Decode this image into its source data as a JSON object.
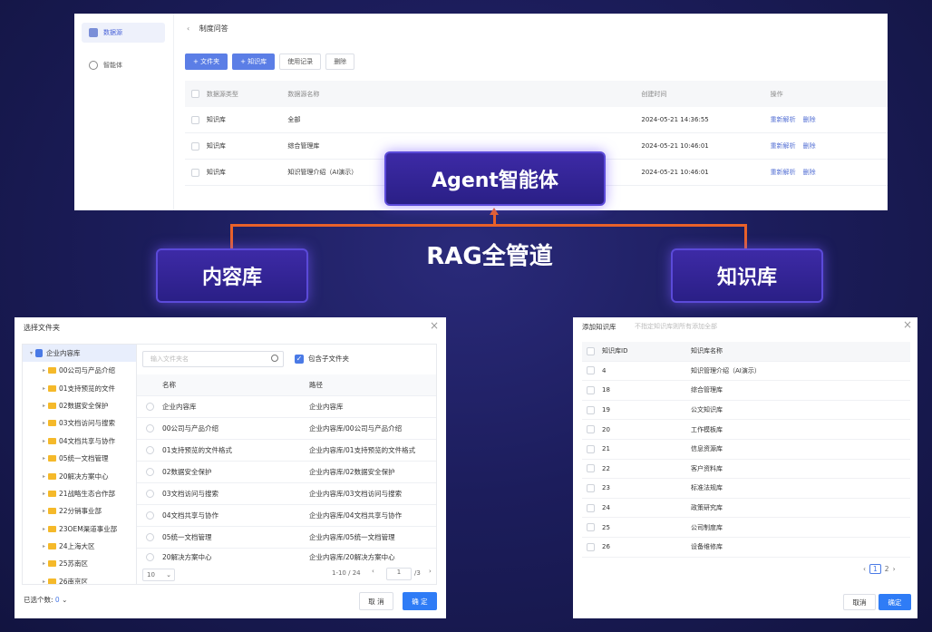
{
  "top_panel": {
    "sidebar": [
      {
        "label": "数据源",
        "icon": "database-icon"
      },
      {
        "label": "智能体",
        "icon": "agent-icon"
      }
    ],
    "breadcrumb": "制度问答",
    "toolbar": {
      "add_folder": "+ 文件夹",
      "add_kb": "+ 知识库",
      "usage": "使用记录",
      "delete": "删除"
    },
    "columns": [
      "数据源类型",
      "数据源名称",
      "创建时间",
      "操作"
    ],
    "rows": [
      {
        "type": "知识库",
        "name": "全部",
        "time": "2024-05-21 14:36:55",
        "reparse": "重新解析",
        "del": "删除"
      },
      {
        "type": "知识库",
        "name": "综合管理库",
        "time": "2024-05-21 10:46:01",
        "reparse": "重新解析",
        "del": "删除"
      },
      {
        "type": "知识库",
        "name": "知识管理介绍（AI演示）",
        "time": "2024-05-21 10:46:01",
        "reparse": "重新解析",
        "del": "删除"
      }
    ]
  },
  "labels": {
    "agent": "Agent智能体",
    "rag": "RAG全管道",
    "content": "内容库",
    "kb": "知识库"
  },
  "connector_color": "#e8612a",
  "left_panel": {
    "title": "选择文件夹",
    "tree_root": "企业内容库",
    "tree": [
      "00公司与产品介绍",
      "01支持预览的文件",
      "02数据安全保护",
      "03文档访问与搜索",
      "04文档共享与协作",
      "05统一文档管理",
      "20解决方案中心",
      "21战略生态合作部",
      "22分销事业部",
      "23OEM渠道事业部",
      "24上海大区",
      "25苏南区",
      "26南京区"
    ],
    "search_placeholder": "输入文件夹名",
    "include_sub": "包含子文件夹",
    "columns": [
      "名称",
      "路径"
    ],
    "rows": [
      {
        "name": "企业内容库",
        "path": "企业内容库"
      },
      {
        "name": "00公司与产品介绍",
        "path": "企业内容库/00公司与产品介绍"
      },
      {
        "name": "01支持预览的文件格式",
        "path": "企业内容库/01支持预览的文件格式"
      },
      {
        "name": "02数据安全保护",
        "path": "企业内容库/02数据安全保护"
      },
      {
        "name": "03文档访问与搜索",
        "path": "企业内容库/03文档访问与搜索"
      },
      {
        "name": "04文档共享与协作",
        "path": "企业内容库/04文档共享与协作"
      },
      {
        "name": "05统一文档管理",
        "path": "企业内容库/05统一文档管理"
      },
      {
        "name": "20解决方案中心",
        "path": "企业内容库/20解决方案中心"
      }
    ],
    "page_size": "10",
    "range": "1-10 / 24",
    "page": "1",
    "total_pages": "/3",
    "selected_label": "已选个数:",
    "selected_count": "0",
    "cancel": "取 消",
    "ok": "确 定"
  },
  "right_panel": {
    "title": "添加知识库",
    "hint": "不指定知识库则所有添加全部",
    "columns": [
      "知识库ID",
      "知识库名称"
    ],
    "rows": [
      {
        "id": "4",
        "name": "知识管理介绍（AI演示）"
      },
      {
        "id": "18",
        "name": "综合管理库"
      },
      {
        "id": "19",
        "name": "公文知识库"
      },
      {
        "id": "20",
        "name": "工作模板库"
      },
      {
        "id": "21",
        "name": "信息资源库"
      },
      {
        "id": "22",
        "name": "客户资料库"
      },
      {
        "id": "23",
        "name": "标准法规库"
      },
      {
        "id": "24",
        "name": "政策研究库"
      },
      {
        "id": "25",
        "name": "公司制度库"
      },
      {
        "id": "26",
        "name": "设备维修库"
      }
    ],
    "page1": "1",
    "page2": "2",
    "cancel": "取消",
    "ok": "确定"
  }
}
